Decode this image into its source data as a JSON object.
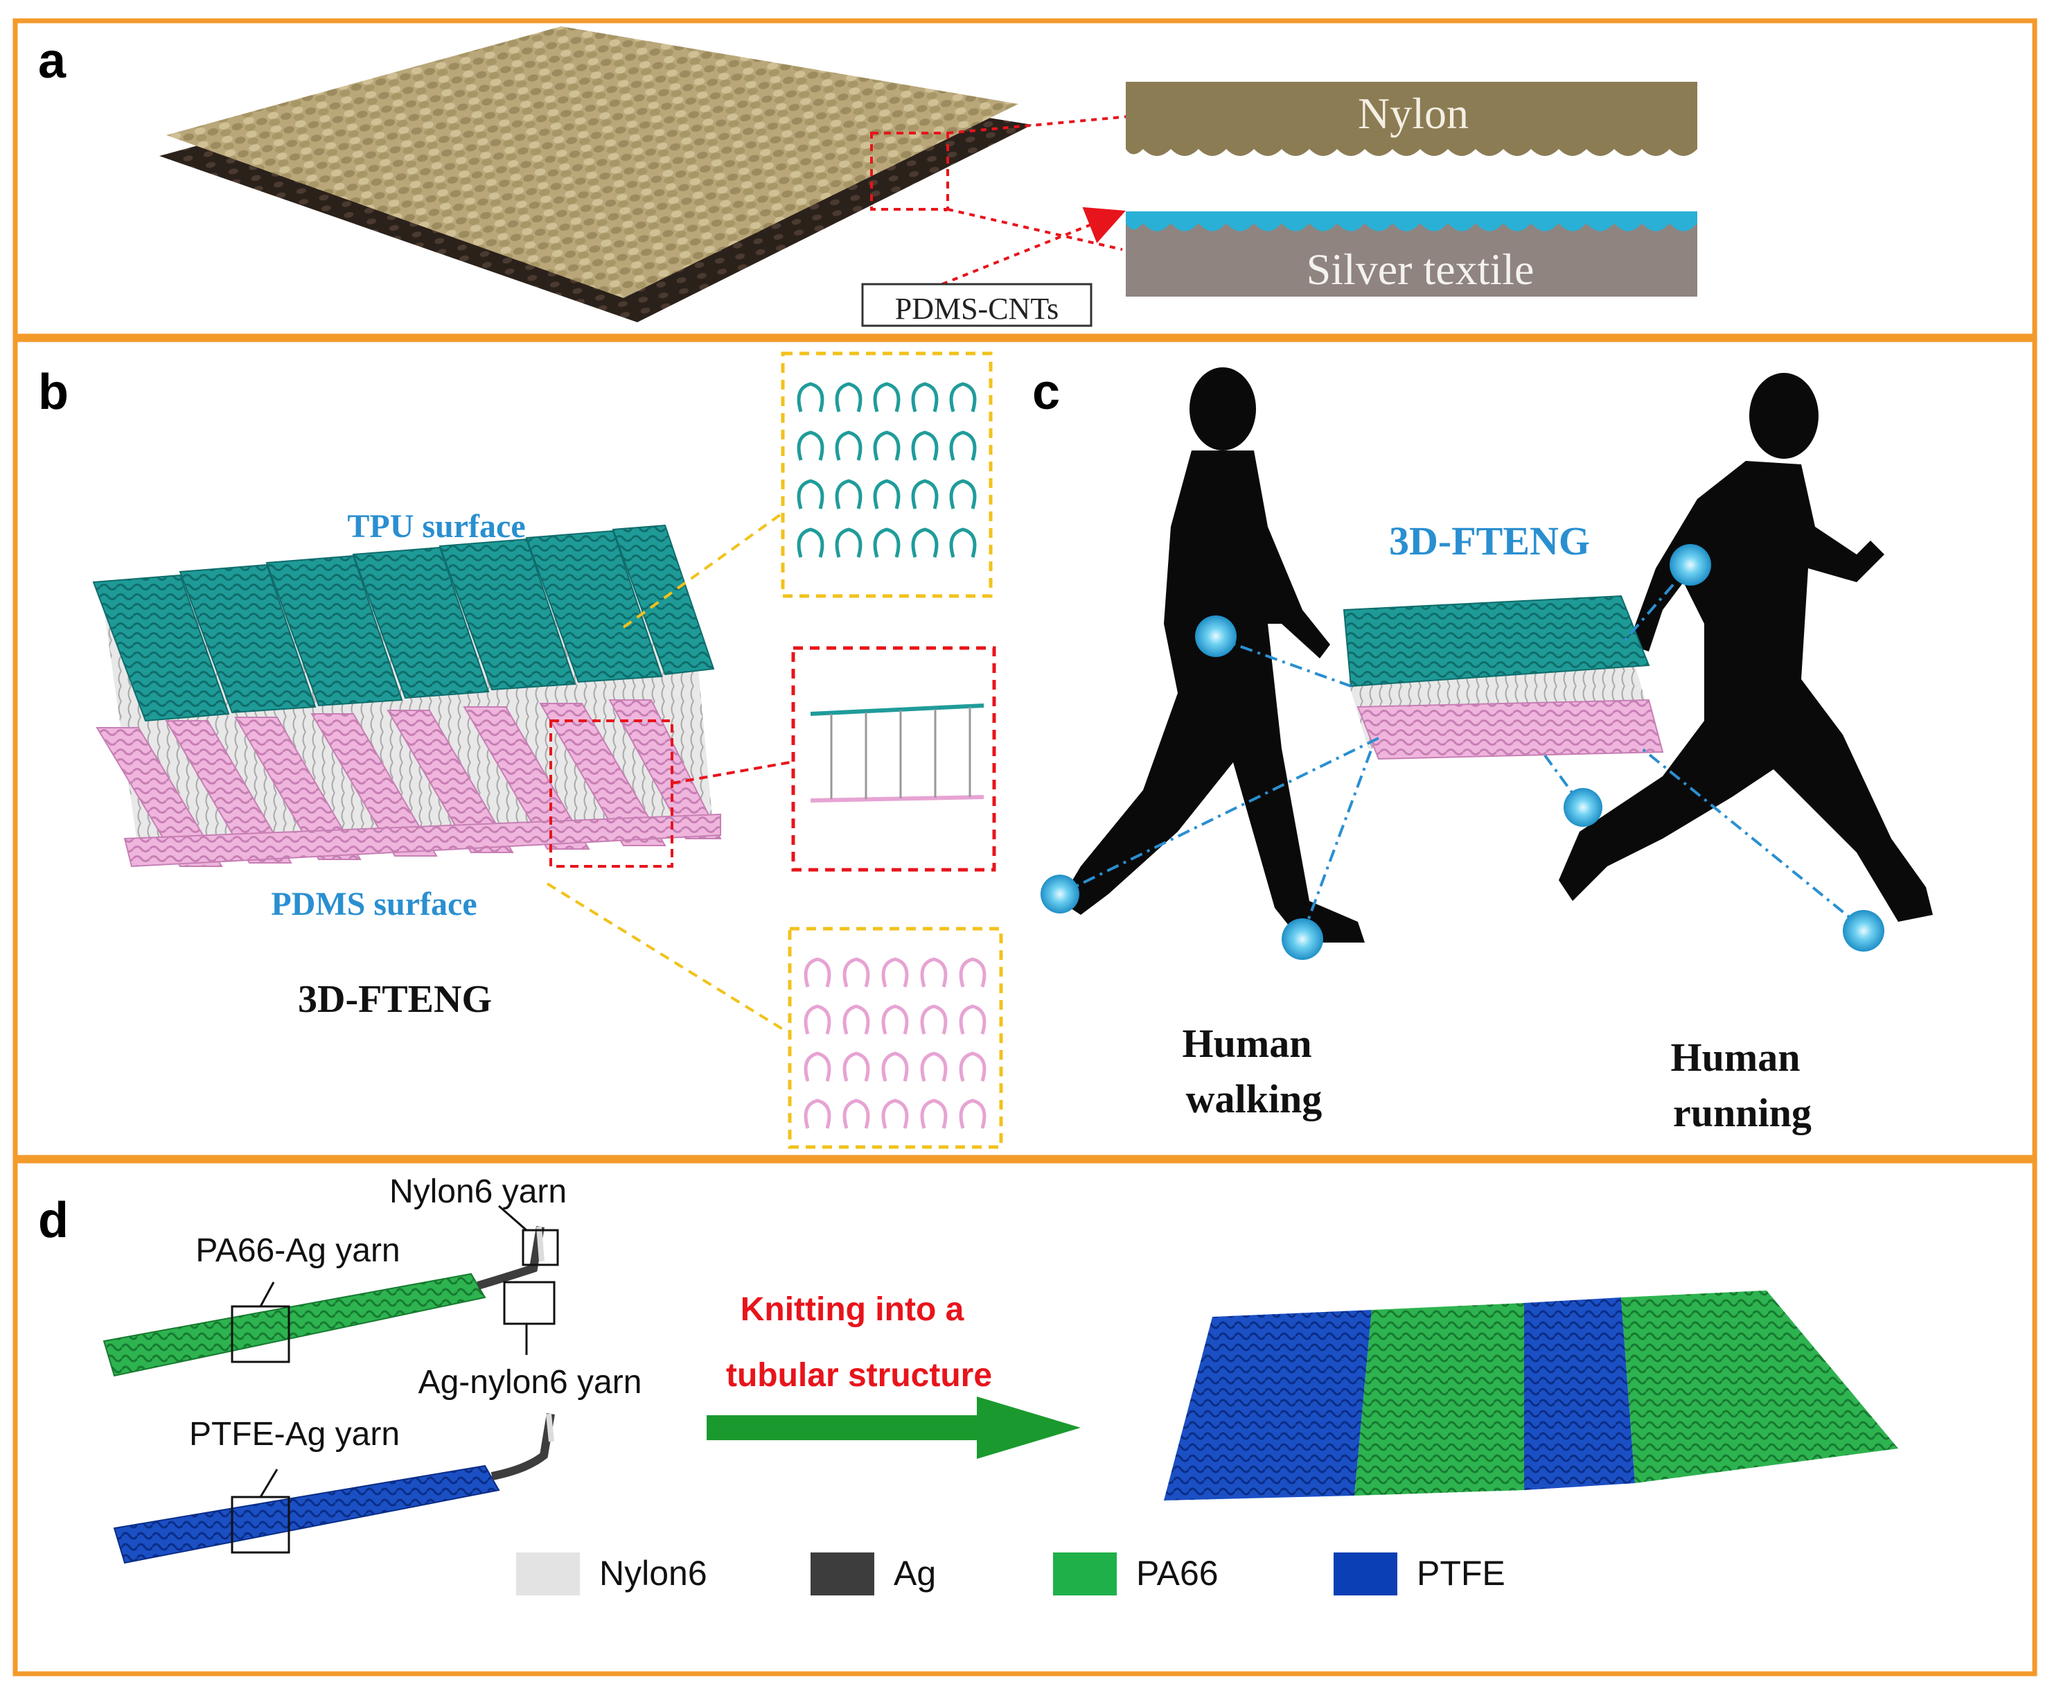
{
  "panels": {
    "a": {
      "letter": "a",
      "layer_top_label": "Nylon",
      "layer_bottom_label": "Silver textile",
      "coating_label": "PDMS-CNTs"
    },
    "b": {
      "letter": "b",
      "top_surface_label": "TPU surface",
      "bottom_surface_label": "PDMS surface",
      "device_label": "3D-FTENG"
    },
    "c": {
      "letter": "c",
      "device_label": "3D-FTENG",
      "walking_label_line1": "Human",
      "walking_label_line2": "walking",
      "running_label_line1": "Human",
      "running_label_line2": "running"
    },
    "d": {
      "letter": "d",
      "yarn_labels": {
        "nylon6": "Nylon6 yarn",
        "pa66_ag": "PA66-Ag yarn",
        "ag_nylon6": "Ag-nylon6 yarn",
        "ptfe_ag": "PTFE-Ag yarn"
      },
      "arrow_label_line1": "Knitting into a",
      "arrow_label_line2": "tubular structure",
      "legend": [
        {
          "label": "Nylon6",
          "color": "#e3e3e3"
        },
        {
          "label": "Ag",
          "color": "#3d3d3d"
        },
        {
          "label": "PA66",
          "color": "#1fb04a"
        },
        {
          "label": "PTFE",
          "color": "#0b3fb5"
        }
      ]
    }
  },
  "colors": {
    "frame": "#f39a2b",
    "nylon": "#8c7c54",
    "silver": "#8f847f",
    "cnt": "#2ab0d6",
    "tpu": "#1f9c9a",
    "pdms": "#e7a3d3",
    "red_text": "#e8141b",
    "blue_text": "#2a8fd0",
    "arrow": "#1a9a2e"
  }
}
